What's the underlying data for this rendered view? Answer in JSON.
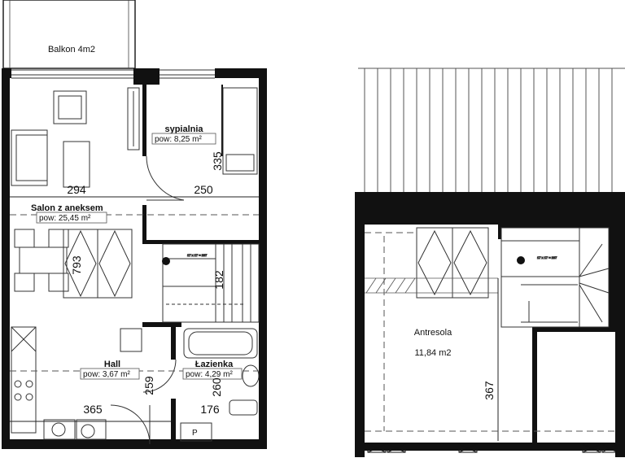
{
  "balcony": {
    "label": "Balkon 4m2"
  },
  "rooms": [
    {
      "id": "sypialnia",
      "name": "sypialnia",
      "area": "pow: 8,25 m²"
    },
    {
      "id": "salon",
      "name": "Salon z aneksem",
      "area": "pow: 25,45 m²"
    },
    {
      "id": "hall",
      "name": "Hall",
      "area": "pow: 3,67 m²"
    },
    {
      "id": "lazienka",
      "name": "Łazienka",
      "area": "pow: 4,29 m²"
    }
  ],
  "dimensions": {
    "d294": "294",
    "d250": "250",
    "d335": "335",
    "d793": "793",
    "d182": "182",
    "d259": "259",
    "d260": "260",
    "d365": "365",
    "d176": "176",
    "d367": "367"
  },
  "mezzanine": {
    "name": "Antresola",
    "area": "11,84 m2"
  },
  "symbols": {
    "parking": "P"
  },
  "stair_notes": {
    "lower": "17 x 17 = 287",
    "upper": "17 x 17 = 287"
  }
}
